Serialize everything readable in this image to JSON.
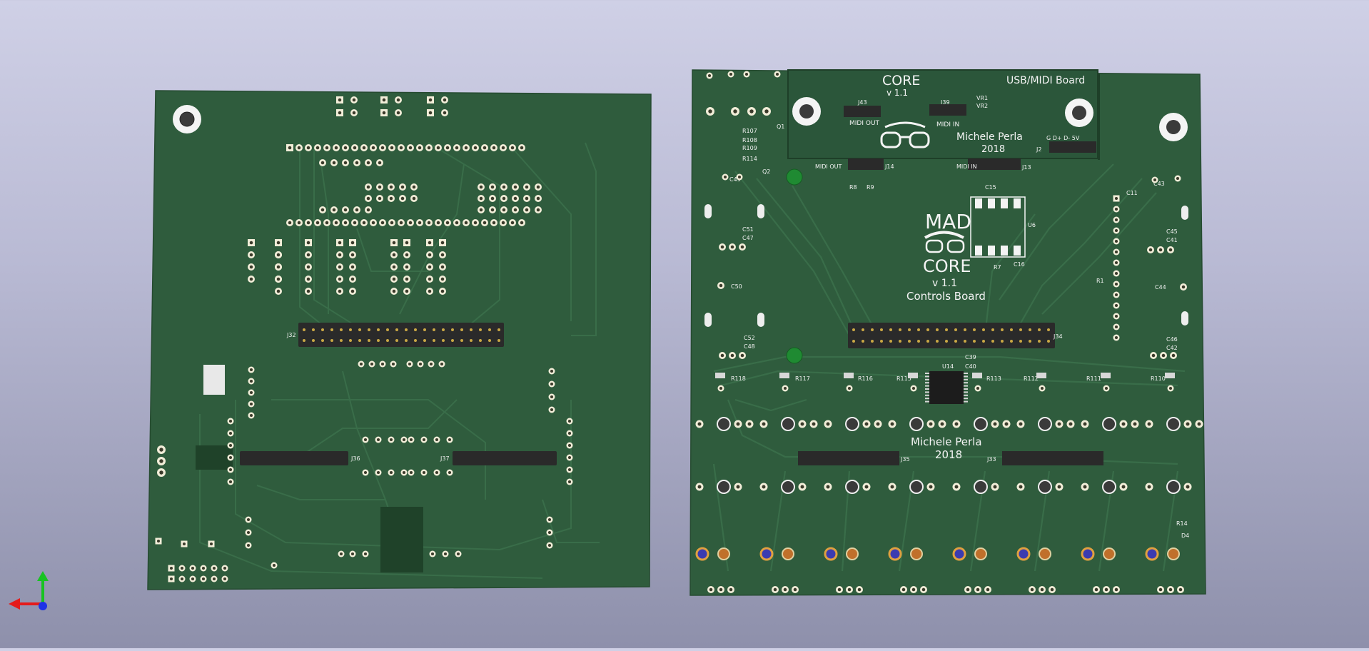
{
  "colors": {
    "board": "#2e5b3c",
    "board_dark": "#234a2f",
    "trace": "#3a6f49",
    "pad": "#d8cfa0",
    "silk": "#f2f2f2",
    "bg_top": "#cfd0e6",
    "bg_bottom": "#8e90ab"
  },
  "left_board": {
    "connector_labels": [
      "J32",
      "J36",
      "J37"
    ]
  },
  "right_board": {
    "usb_midi": {
      "core_text": "CORE",
      "version": "v 1.1",
      "title": "USB/MIDI Board",
      "midi_out": "MIDI OUT",
      "midi_in": "MIDI IN",
      "author": "Michele Perla",
      "year": "2018",
      "vr1": "VR1",
      "vr2": "VR2",
      "j43": "J43",
      "j39": "J39",
      "j2": "J2",
      "j2_pins": "G D+ D- 5V"
    },
    "logo": {
      "mad": "MAD",
      "core": "CORE",
      "version": "v 1.1",
      "subtitle": "Controls Board"
    },
    "midi_out_label": "MIDI OUT",
    "j14": "J14",
    "midi_in_label": "MIDI IN",
    "j13": "J13",
    "j34": "J34",
    "j35": "J35",
    "j33": "J33",
    "u6": "U6",
    "u14": "U14",
    "author": "Michele Perla",
    "year": "2018",
    "refs": {
      "r107": "R107",
      "r108": "R108",
      "r109": "R109",
      "r114": "R114",
      "q1": "Q1",
      "q2": "Q2",
      "r8": "R8",
      "r9": "R9",
      "r7": "R7",
      "r1": "R1",
      "c49": "C49",
      "c51": "C51",
      "c47": "C47",
      "c50": "C50",
      "c52": "C52",
      "c48": "C48",
      "c15": "C15",
      "c16": "C16",
      "c43": "C43",
      "c11": "C11",
      "c45": "C45",
      "c41": "C41",
      "c44": "C44",
      "c46": "C46",
      "c42": "C42",
      "c39": "C39",
      "c40": "C40",
      "r118": "R118",
      "r117": "R117",
      "r116": "R116",
      "r115": "R115",
      "r113": "R113",
      "r112": "R112",
      "r111": "R111",
      "r110": "R110",
      "r14": "R14",
      "d4": "D4"
    }
  },
  "axis_icons": [
    "y-axis-arrow-icon",
    "x-axis-arrow-icon",
    "z-axis-dot-icon"
  ]
}
